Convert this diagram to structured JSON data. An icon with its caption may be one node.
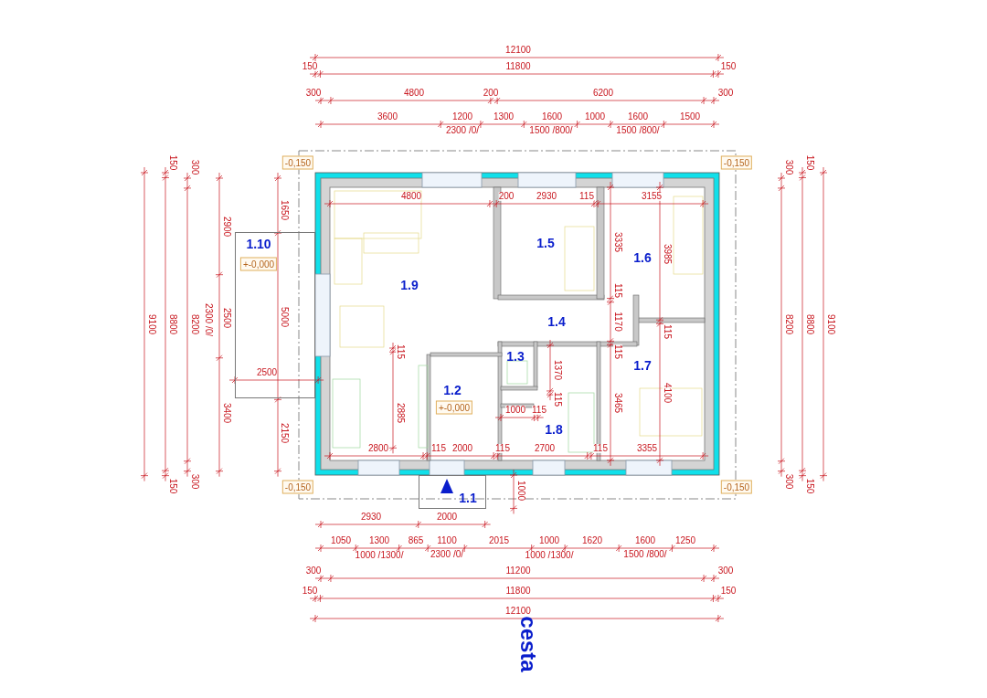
{
  "diagram": {
    "nodes": [
      {
        "text": [
          "1.1"
        ]
      },
      {
        "text": [
          "1.2",
          "+-0,000"
        ]
      },
      {
        "text": [
          "1.3"
        ]
      },
      {
        "text": [
          "1.4"
        ]
      },
      {
        "text": [
          "1.5"
        ]
      },
      {
        "text": [
          "1.6"
        ]
      },
      {
        "text": [
          "1.7"
        ]
      },
      {
        "text": [
          "1.8"
        ]
      },
      {
        "text": [
          "1.9"
        ]
      },
      {
        "text": [
          "1.10",
          "+-0,000"
        ]
      }
    ],
    "labels": [
      "12100",
      "150",
      "11800",
      "150",
      "300",
      "4800",
      "200",
      "6200",
      "300",
      "3600",
      "1200",
      "1300",
      "1600",
      "1000",
      "1600",
      "1500",
      "2300 /0/",
      "1500 /800/",
      "1500 /800/",
      "-0,150",
      "-0,150",
      "150",
      "300",
      "300",
      "150",
      "4800",
      "200",
      "2930",
      "115",
      "3155",
      "1650",
      "2900",
      "9100",
      "8800",
      "8200",
      "2300 /0/",
      "2500",
      "5000",
      "3400",
      "2150",
      "2500",
      "3335",
      "3985",
      "115",
      "1170",
      "115",
      "115",
      "115",
      "1370",
      "2885",
      "1000",
      "115",
      "115",
      "3465",
      "4100",
      "8200",
      "8800",
      "9100",
      "2800",
      "115",
      "2000",
      "115",
      "2700",
      "115",
      "3355",
      "150",
      "300",
      "300",
      "150",
      "-0,150",
      "-0,150",
      "1000",
      "2930",
      "2000",
      "1050",
      "1300",
      "865",
      "1100",
      "2015",
      "1000",
      "1620",
      "1600",
      "1250",
      "1000 /1300/",
      "2300 /0/",
      "1000 /1300/",
      "1500 /800/",
      "300",
      "11200",
      "300",
      "150",
      "11800",
      "150",
      "12100",
      "cesta"
    ]
  }
}
